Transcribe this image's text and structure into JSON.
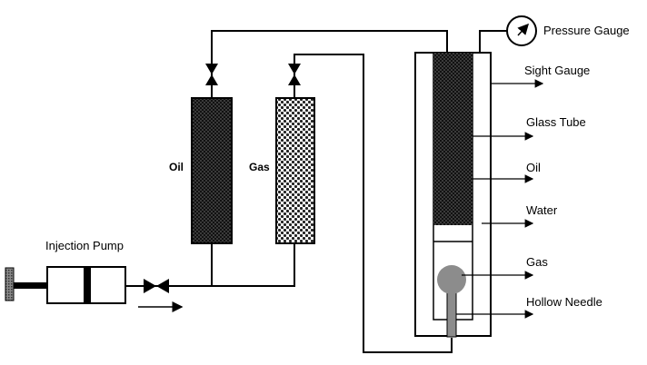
{
  "labels": {
    "pressure_gauge": "Pressure Gauge",
    "sight_gauge": "Sight Gauge",
    "glass_tube": "Glass Tube",
    "oil_right": "Oil",
    "water": "Water",
    "gas_right": "Gas",
    "hollow_needle": "Hollow Needle",
    "injection_pump": "Injection Pump",
    "oil_cylinder": "Oil",
    "gas_cylinder": "Gas"
  },
  "colors": {
    "line": "#000000",
    "needle_gray": "#8c8c8c",
    "background": "#ffffff"
  },
  "icons": [
    "valve-icon",
    "pressure-gauge-icon",
    "flow-arrow-icon"
  ]
}
